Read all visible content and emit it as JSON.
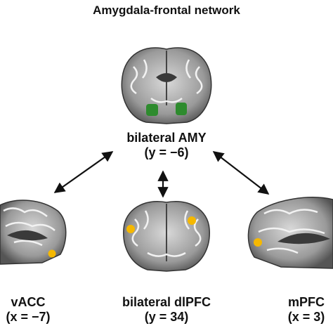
{
  "title": "Amygdala-frontal network",
  "nodes": {
    "amy": {
      "name": "bilateral AMY",
      "coord": "(y = −6)",
      "roi_color": "#2e8b2e"
    },
    "vacc": {
      "name": "vACC",
      "coord": "(x = −7)",
      "roi_color": "#f5b800"
    },
    "dlpfc": {
      "name": "bilateral dlPFC",
      "coord": "(y = 34)",
      "roi_color": "#f5b800"
    },
    "mpfc": {
      "name": "mPFC",
      "coord": "(x = 3)",
      "roi_color": "#f5b800"
    }
  },
  "icons": [
    "brain-coronal-icon",
    "brain-sagittal-icon",
    "double-arrow-icon"
  ]
}
